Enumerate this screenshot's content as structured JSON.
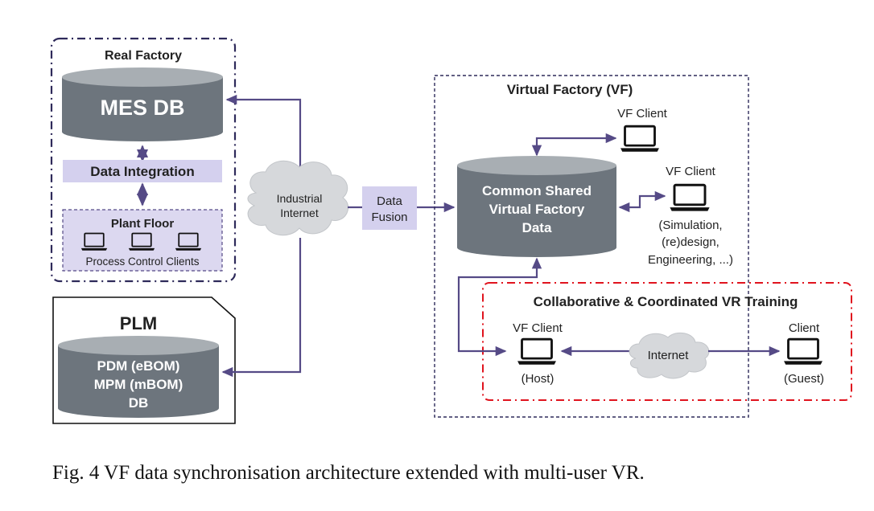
{
  "real_factory": {
    "title": "Real Factory",
    "mes_db": "MES DB",
    "data_integration": "Data Integration",
    "plant_floor": "Plant Floor",
    "plant_clients": "Process Control Clients"
  },
  "plm": {
    "title": "PLM",
    "db_line1": "PDM (eBOM)",
    "db_line2": "MPM (mBOM)",
    "db_line3": "DB"
  },
  "industrial_internet": {
    "line1": "Industrial",
    "line2": "Internet"
  },
  "data_fusion": {
    "line1": "Data",
    "line2": "Fusion"
  },
  "virtual_factory": {
    "title": "Virtual Factory (VF)",
    "client_top": "VF Client",
    "client_right": "VF Client",
    "client_right_roles": [
      "(Simulation,",
      "(re)design,",
      "Engineering, ...)"
    ],
    "db_line1": "Common Shared",
    "db_line2": "Virtual Factory",
    "db_line3": "Data"
  },
  "vr_training": {
    "title": "Collaborative & Coordinated VR Training",
    "host_label": "VF Client",
    "host_role": "(Host)",
    "internet": "Internet",
    "guest_label": "Client",
    "guest_role": "(Guest)"
  },
  "caption": "Fig. 4 VF data synchronisation architecture extended with multi-user VR.",
  "colors": {
    "db_gray": "#6d757d",
    "db_top": "#a8aeb3",
    "lavender": "#d4d0ee",
    "arrow": "#554a86",
    "border_navy": "#2e2a5a",
    "border_red": "#e0141e",
    "cloud": "#d6d8db"
  },
  "icons": [
    "laptop-icon",
    "cloud-shape",
    "database-cylinder"
  ]
}
